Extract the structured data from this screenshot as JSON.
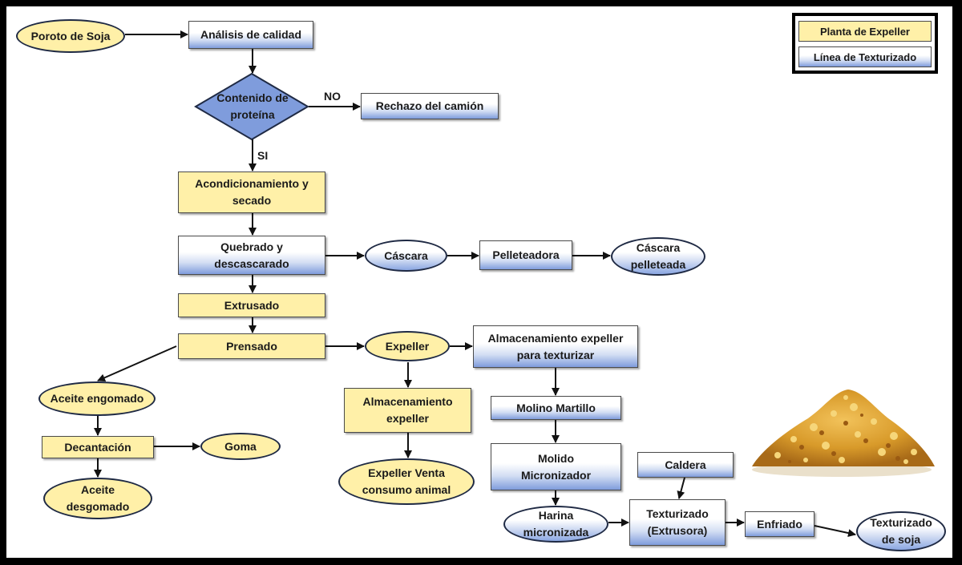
{
  "legend": {
    "expeller_label": "Planta de Expeller",
    "texturizado_label": "Línea de Texturizado"
  },
  "colors": {
    "expeller": "#fff0a8",
    "texturizado": "#7f9cdc",
    "border": "#000000"
  },
  "nodes": {
    "poroto": [
      "Poroto de Soja"
    ],
    "analisis": [
      "Análisis de calidad"
    ],
    "contenido": [
      "Contenido de",
      "proteína"
    ],
    "rechazo": [
      "Rechazo del camión"
    ],
    "acondicionamiento": [
      "Acondicionamiento y",
      "secado"
    ],
    "quebrado": [
      "Quebrado y",
      "descascarado"
    ],
    "cascara": [
      "Cáscara"
    ],
    "pelleteadora": [
      "Pelleteadora"
    ],
    "cascara_pelleteada": [
      "Cáscara",
      "pelleteada"
    ],
    "extrusado": [
      "Extrusado"
    ],
    "prensado": [
      "Prensado"
    ],
    "expeller": [
      "Expeller"
    ],
    "almac_text": [
      "Almacenamiento expeller",
      "para texturizar"
    ],
    "aceite_eng": [
      "Aceite engomado"
    ],
    "almac_exp": [
      "Almacenamiento",
      "expeller"
    ],
    "molino": [
      "Molino Martillo"
    ],
    "decantacion": [
      "Decantación"
    ],
    "goma": [
      "Goma"
    ],
    "molido": [
      "Molido",
      "Micronizador"
    ],
    "caldera": [
      "Caldera"
    ],
    "aceite_desg": [
      "Aceite",
      "desgomado"
    ],
    "expeller_venta": [
      "Expeller Venta",
      "consumo animal"
    ],
    "harina": [
      "Harina",
      "micronizada"
    ],
    "texturizado": [
      "Texturizado",
      "(Extrusora)"
    ],
    "enfriado": [
      "Enfriado"
    ],
    "texturizado_soja": [
      "Texturizado",
      "de soja"
    ]
  },
  "edge_labels": {
    "no": "NO",
    "si": "SI"
  },
  "image": {
    "subject": "soy-texturizado-pile"
  }
}
